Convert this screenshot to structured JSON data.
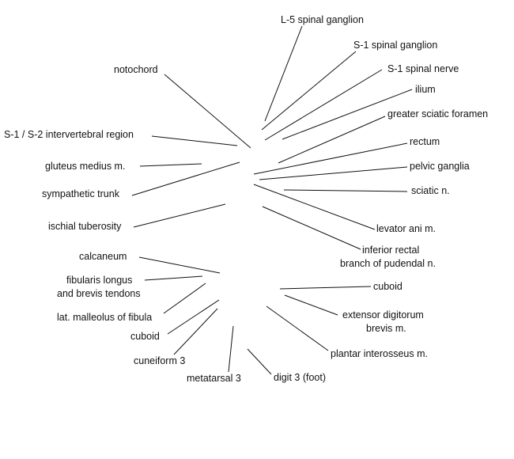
{
  "labels": {
    "l5_spinal_ganglion": "L-5 spinal ganglion",
    "s1_spinal_ganglion": "S-1 spinal ganglion",
    "s1_spinal_nerve": "S-1 spinal nerve",
    "ilium": "ilium",
    "greater_sciatic_foramen": "greater sciatic foramen",
    "rectum": "rectum",
    "pelvic_ganglia": "pelvic ganglia",
    "sciatic_n": "sciatic n.",
    "levator_ani": "levator ani m.",
    "inferior_rectal_1": "inferior rectal",
    "inferior_rectal_2": "branch of pudendal n.",
    "notochord": "notochord",
    "s1_s2_region": "S-1 / S-2 intervertebral region",
    "gluteus_medius": "gluteus medius m.",
    "sympathetic_trunk": "sympathetic trunk",
    "ischial_tuberosity": "ischial tuberosity",
    "calcaneum": "calcaneum",
    "fibularis_1": "fibularis longus",
    "fibularis_2": "and brevis tendons",
    "lat_malleolus": "lat. malleolus of fibula",
    "cuboid_left": "cuboid",
    "cuneiform_3": "cuneiform 3",
    "metatarsal_3": "metatarsal 3",
    "digit_3": "digit 3 (foot)",
    "plantar_interosseus": "plantar interosseus m.",
    "extensor_1": "extensor digitorum",
    "extensor_2": "brevis m.",
    "cuboid_right": "cuboid"
  }
}
